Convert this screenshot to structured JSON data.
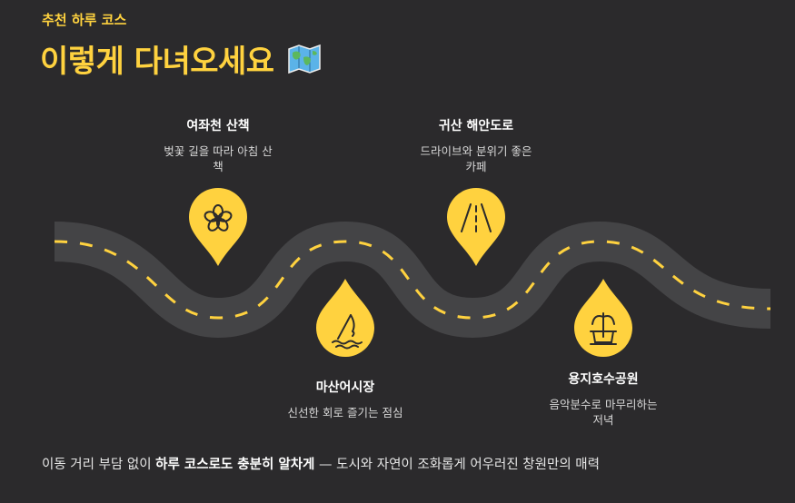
{
  "header": {
    "eyebrow": "추천 하루 코스",
    "title": "이렇게 다녀오세요"
  },
  "stops": [
    {
      "title": "여좌천 산책",
      "desc_line1": "벚꽃 길을 따라 아침 산",
      "desc_line2": "책",
      "icon": "flower-icon"
    },
    {
      "title": "마산어시장",
      "desc_line1": "신선한 회로 즐기는 점심",
      "icon": "fishing-icon"
    },
    {
      "title": "귀산 해안도로",
      "desc_line1": "드라이브와 분위기 좋은",
      "desc_line2": "카페",
      "icon": "road-icon"
    },
    {
      "title": "용지호수공원",
      "desc_line1": "음악분수로 마무리하는",
      "desc_line2": "저녁",
      "icon": "fountain-icon"
    }
  ],
  "footer": {
    "pre": "이동 거리 부담 없이 ",
    "bold": "하루 코스로도 충분히 알차게",
    "post": " — 도시와 자연이 조화롭게 어우러진 창원만의 매력"
  },
  "colors": {
    "accent": "#ffd23f",
    "background": "#2b2a2c",
    "road": "#444446"
  }
}
